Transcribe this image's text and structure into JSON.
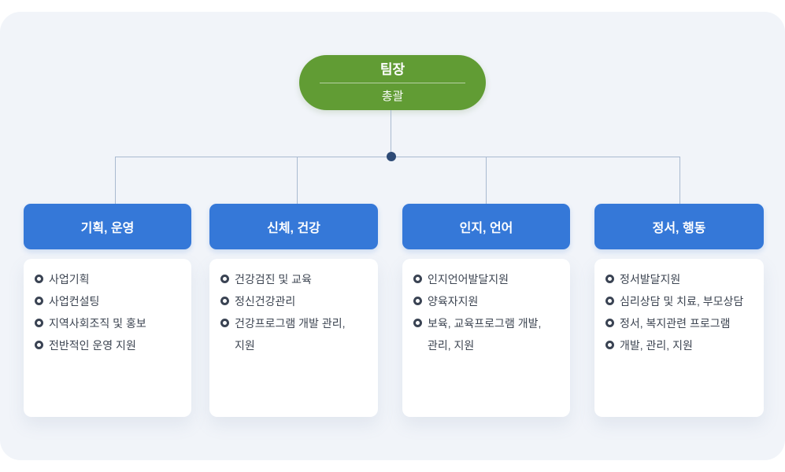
{
  "root": {
    "title": "팀장",
    "subtitle": "총괄"
  },
  "columns": [
    {
      "header": "기획, 운영",
      "items": [
        "사업기획",
        "사업컨설팅",
        "지역사회조직 및 홍보",
        "전반적인 운영 지원"
      ]
    },
    {
      "header": "신체, 건강",
      "items": [
        "건강검진 및 교육",
        "정신건강관리",
        "건강프로그램 개발 관리,\n지원"
      ]
    },
    {
      "header": "인지, 언어",
      "items": [
        "인지언어발달지원",
        "양육자지원",
        "보육, 교육프로그램 개발,\n관리, 지원"
      ]
    },
    {
      "header": "정서, 행동",
      "items": [
        "정서발달지원",
        "심리상담 및 치료, 부모상담",
        "정서, 복지관련 프로그램",
        "개발, 관리, 지원"
      ]
    }
  ],
  "colors": {
    "root_green": "#619c34",
    "branch_blue": "#3578d8",
    "panel_background": "#f1f4f9",
    "connector_line": "#a9bad0",
    "junction_dot": "#2e4b76",
    "body_text": "#3d4552"
  }
}
